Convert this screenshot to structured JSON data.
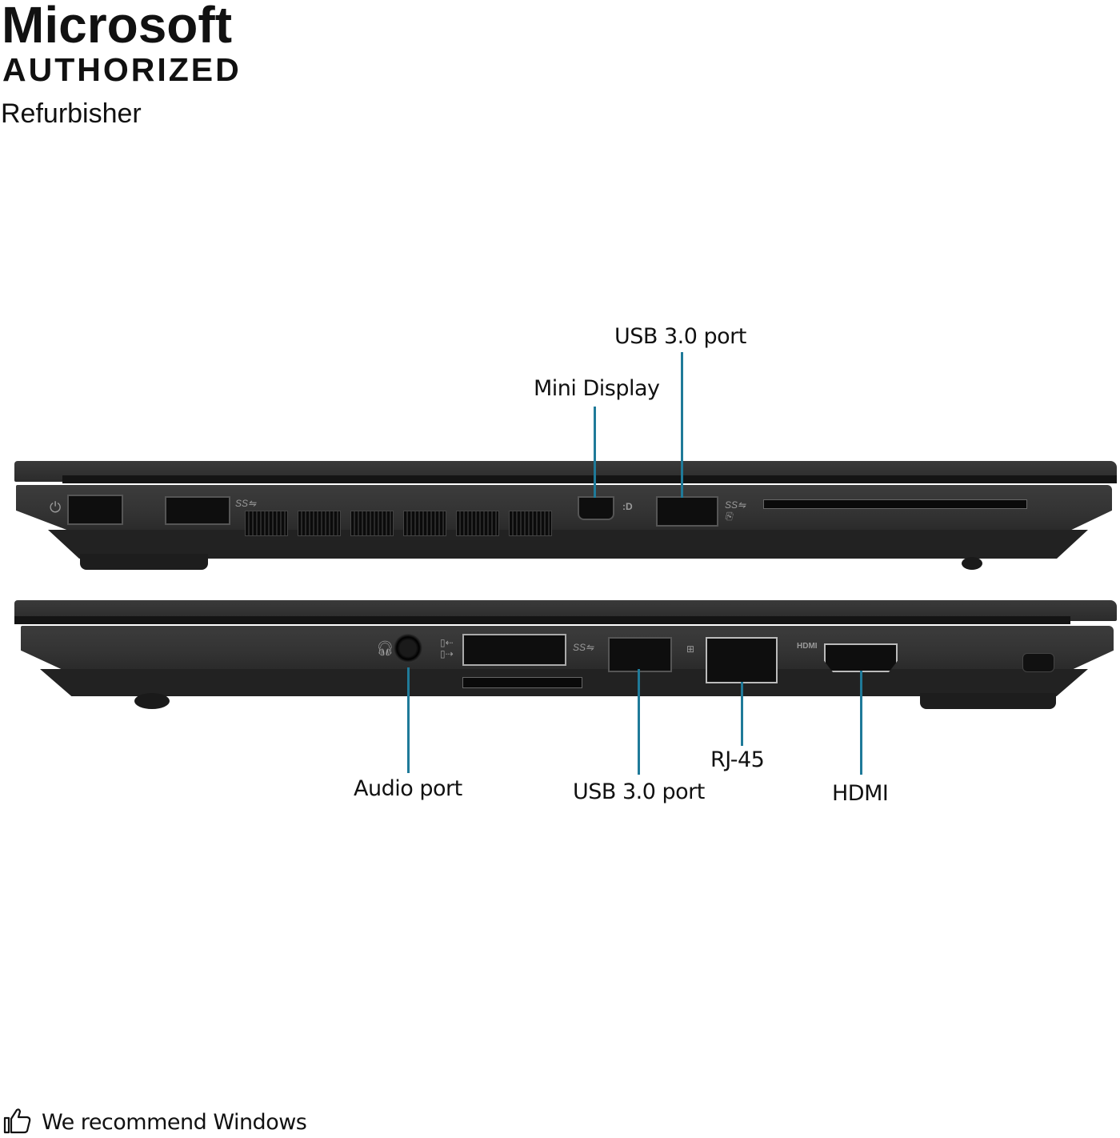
{
  "badge": {
    "line1": "Microsoft",
    "line2": "AUTHORIZED",
    "line3": "Refurbisher"
  },
  "left_side_view": {
    "callouts": [
      {
        "label": "Mini Display",
        "icon": "mini-displayport-icon"
      },
      {
        "label": "USB 3.0 port",
        "icon": "usb-icon"
      }
    ],
    "port_glyphs": {
      "usb_ss": "SS⇋",
      "display": ":D"
    }
  },
  "right_side_view": {
    "callouts": [
      {
        "label": "Audio port",
        "icon": "headphone-icon"
      },
      {
        "label": "USB 3.0 port",
        "icon": "usb-icon"
      },
      {
        "label": "RJ-45",
        "icon": "ethernet-icon"
      },
      {
        "label": "HDMI",
        "icon": "hdmi-icon"
      }
    ],
    "port_glyphs": {
      "usb_ss": "SS⇋",
      "hdmi": "HDMI"
    }
  },
  "colors": {
    "leader_line": "#1f7a99",
    "chassis": "#333333"
  },
  "footer": {
    "icon": "thumbs-up-icon",
    "text": "We recommend Windows"
  }
}
